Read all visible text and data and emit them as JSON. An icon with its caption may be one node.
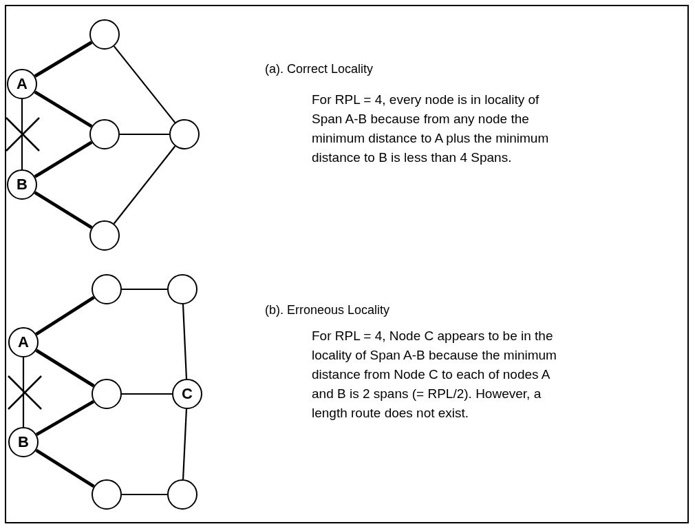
{
  "diagram": {
    "nodes": [
      {
        "text": [],
        "shape": "circle"
      },
      {
        "text": [
          "A"
        ]
      },
      {
        "text": [],
        "shape": "circle"
      },
      {
        "text": [],
        "shape": "circle"
      },
      {
        "text": [
          "B"
        ]
      },
      {
        "text": [],
        "shape": "circle"
      },
      {
        "text": [],
        "shape": "circle"
      },
      {
        "text": [],
        "shape": "circle"
      },
      {
        "text": [
          "A"
        ]
      },
      {
        "text": [],
        "shape": "circle"
      },
      {
        "text": [
          "C"
        ]
      },
      {
        "text": [
          "B"
        ]
      },
      {
        "text": [],
        "shape": "circle"
      },
      {
        "text": [],
        "shape": "circle"
      }
    ],
    "edges": [
      {
        "from": 1,
        "to": 0,
        "arrow": "none",
        "style": "thick"
      },
      {
        "from": 0,
        "to": 3,
        "arrow": "none"
      },
      {
        "from": 1,
        "to": 2,
        "arrow": "none",
        "style": "thick"
      },
      {
        "from": 2,
        "to": 3,
        "arrow": "none"
      },
      {
        "from": 4,
        "to": 2,
        "arrow": "none",
        "style": "thick"
      },
      {
        "from": 4,
        "to": 5,
        "arrow": "none",
        "style": "thick"
      },
      {
        "from": 5,
        "to": 3,
        "arrow": "none"
      },
      {
        "from": 1,
        "to": 4,
        "arrow": "none"
      },
      {
        "from": 8,
        "to": 6,
        "arrow": "none",
        "style": "thick"
      },
      {
        "from": 6,
        "to": 7,
        "arrow": "none"
      },
      {
        "from": 7,
        "to": 10,
        "arrow": "none"
      },
      {
        "from": 8,
        "to": 9,
        "arrow": "none",
        "style": "thick"
      },
      {
        "from": 9,
        "to": 10,
        "arrow": "none"
      },
      {
        "from": 11,
        "to": 9,
        "arrow": "none",
        "style": "thick"
      },
      {
        "from": 11,
        "to": 12,
        "arrow": "none",
        "style": "thick"
      },
      {
        "from": 12,
        "to": 13,
        "arrow": "none"
      },
      {
        "from": 13,
        "to": 10,
        "arrow": "none"
      },
      {
        "from": 8,
        "to": 11,
        "arrow": "none"
      }
    ],
    "labels": [
      "(a). Correct Locality",
      "For RPL = 4, every node is in locality of Span A-B because from any node the minimum distance to A plus the minimum distance to B is less than 4 Spans.",
      "(b). Erroneous Locality",
      "For RPL = 4, Node C appears to be in the locality of Span A-B because the minimum distance from Node C to each of nodes A and B is 2 spans (= RPL/2). However, a length route does not exist."
    ]
  }
}
